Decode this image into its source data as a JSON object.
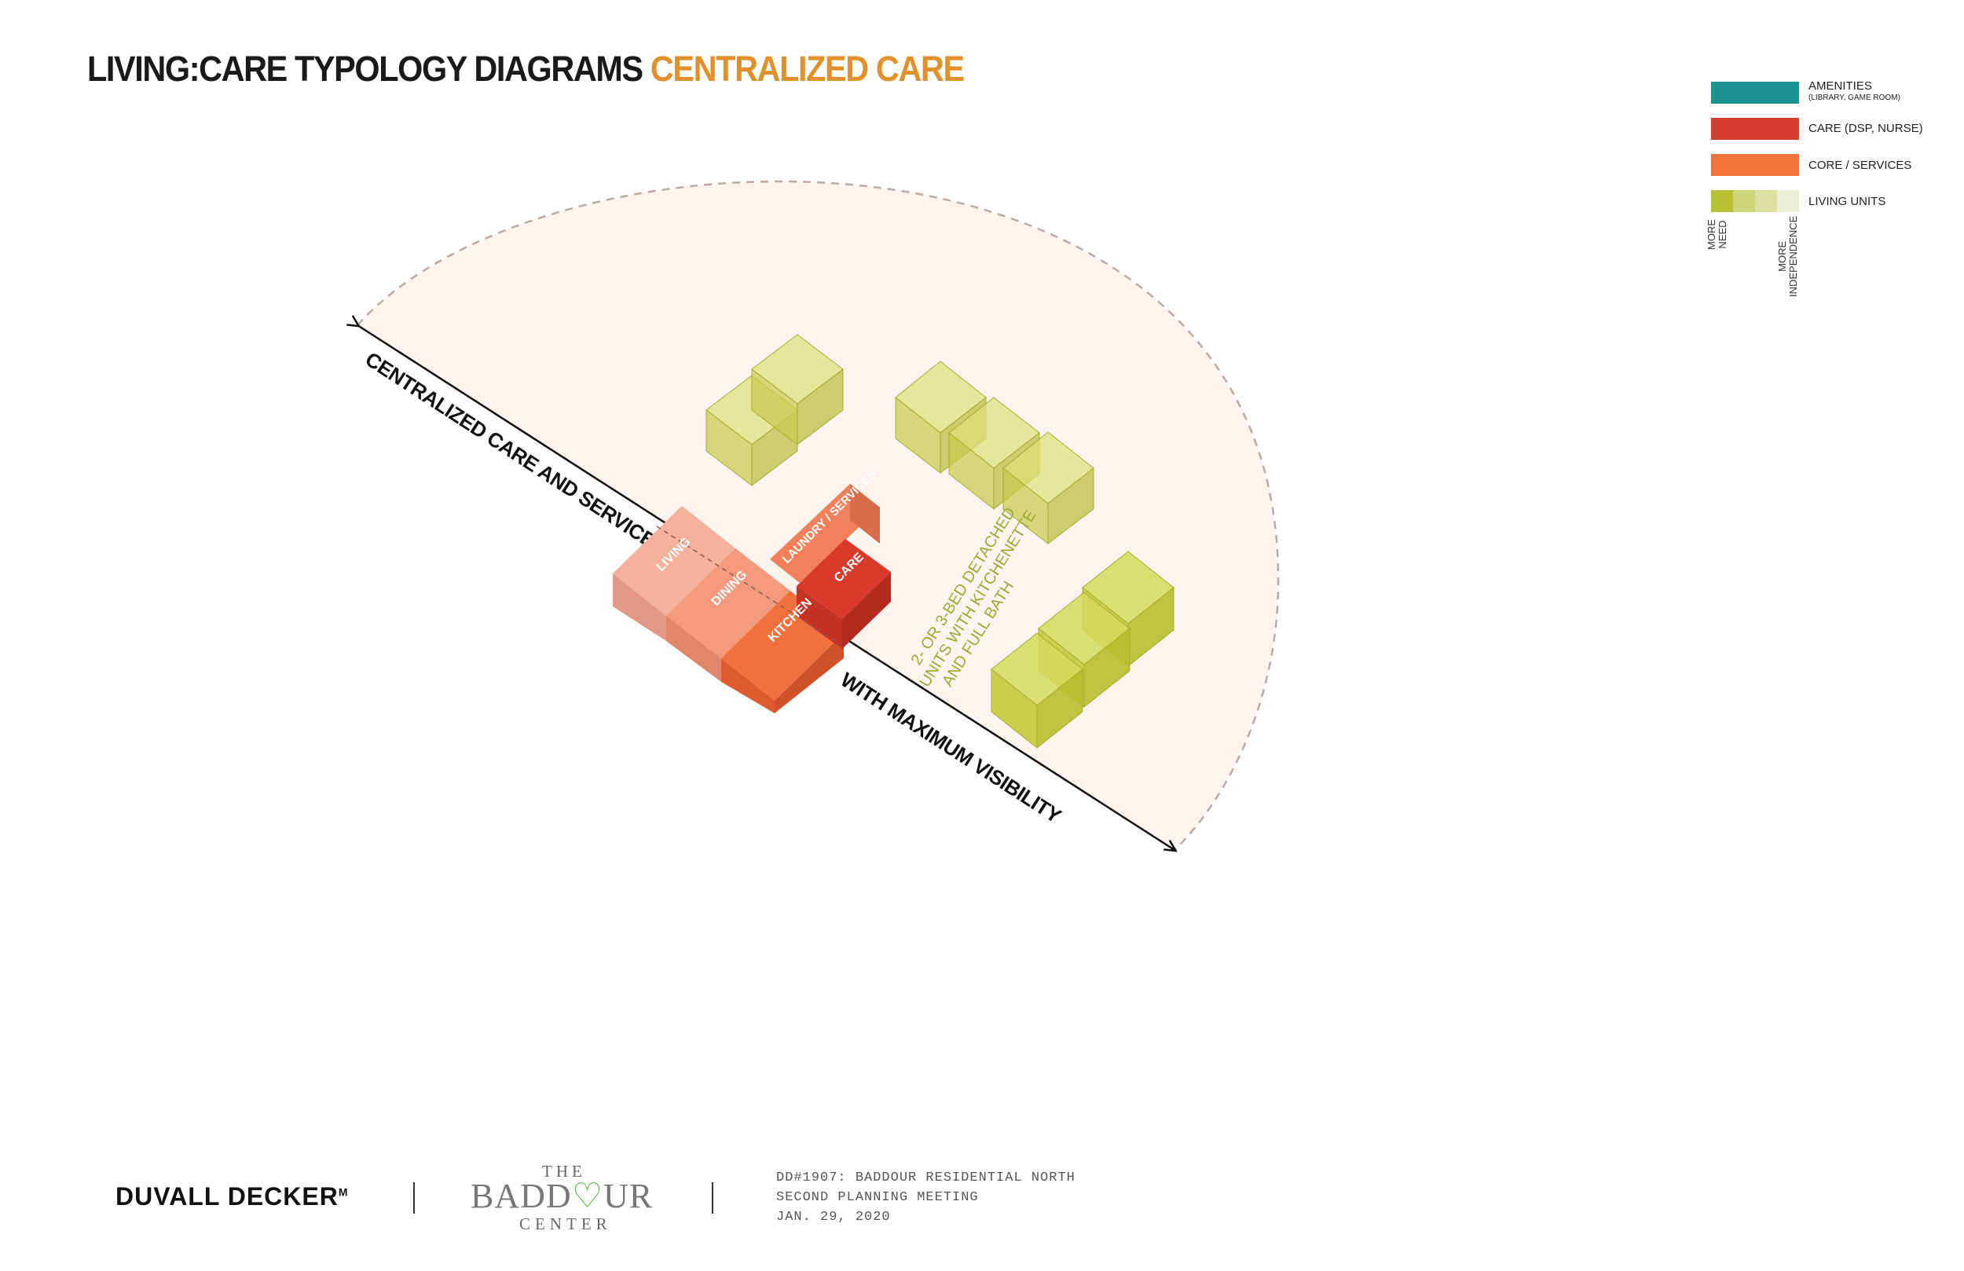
{
  "header": {
    "title_main": "LIVING:CARE TYPOLOGY DIAGRAMS",
    "title_accent": "CENTRALIZED CARE"
  },
  "legend": {
    "amenities": {
      "label": "AMENITIES",
      "sub": "(LIBRARY, GAME ROOM)",
      "color": "#1b9591"
    },
    "care": {
      "label": "CARE (DSP, NURSE)",
      "color": "#d43c2e"
    },
    "core": {
      "label": "CORE / SERVICES",
      "color": "#f0743c"
    },
    "living": {
      "label": "LIVING UNITS",
      "colors": [
        "#b8c132",
        "#cdd47a",
        "#dbe0a4",
        "#ebeed3"
      ]
    },
    "scale_left": "MORE\nNEED",
    "scale_right": "MORE\nINDEPENDENCE"
  },
  "diagram": {
    "axis_upper": "CENTRALIZED CARE AND SERVICES",
    "axis_lower": "WITH MAXIMUM VISIBILITY",
    "blocks": {
      "living": "LIVING",
      "dining": "DINING",
      "kitchen": "KITCHEN",
      "laundry": "LAUNDRY / SERVICES",
      "care": "CARE"
    },
    "note_lines": [
      "2- OR 3-BED DETACHED",
      "UNITS WITH KITCHENETTE",
      "AND FULL BATH"
    ],
    "colors": {
      "fan_fill": "#fdf3ef",
      "fan_stroke": "#bbaaa4",
      "note": "#9fa935"
    }
  },
  "footer": {
    "firm": "DUVALL DECKER",
    "firm_mark": "M",
    "logo_the": "THE",
    "logo_left": "BADD",
    "logo_heart": "♡",
    "logo_right": "UR",
    "logo_center": "CENTER",
    "project": "DD#1907: BADDOUR RESIDENTIAL NORTH",
    "meeting": "SECOND PLANNING MEETING",
    "date": "JAN. 29, 2020"
  }
}
